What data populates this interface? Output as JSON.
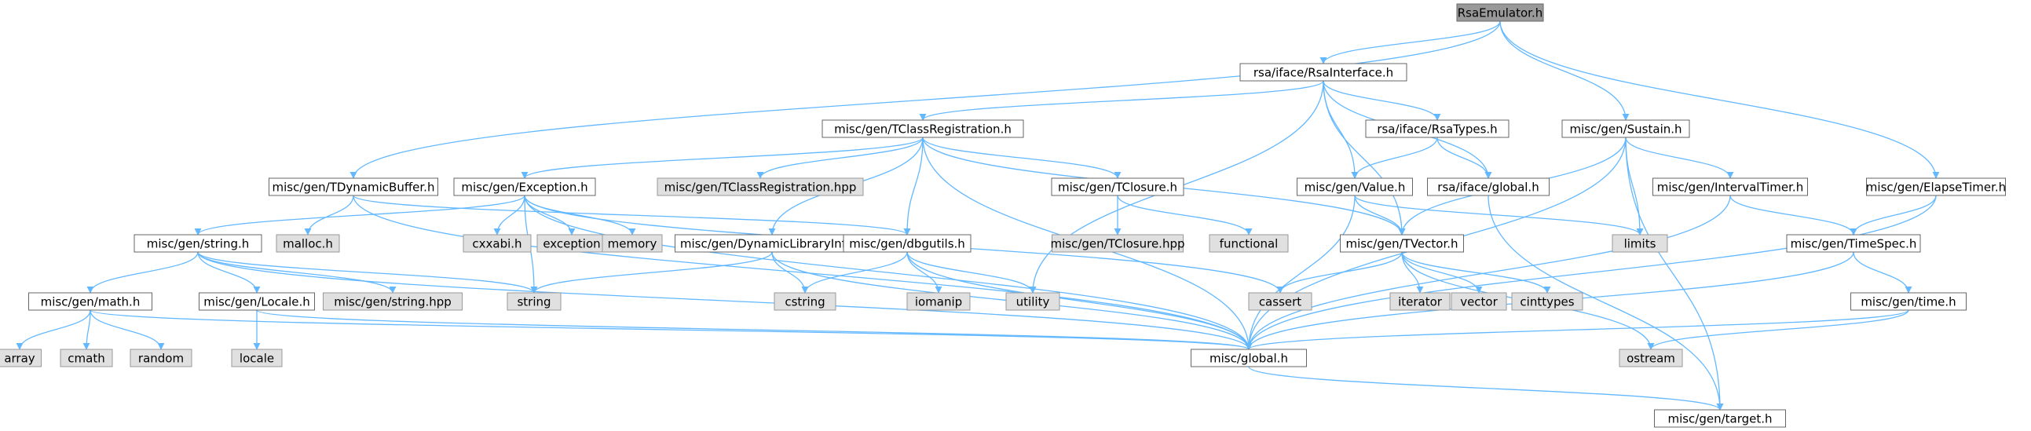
{
  "graph": {
    "title": "",
    "colors": {
      "root_fill": "#999999",
      "node_fill": "#ffffff",
      "external_fill": "#e0e0e0",
      "node_border": "#666666",
      "external_border": "#999999",
      "edge": "#63b8ff"
    },
    "nodes": [
      {
        "id": "n0",
        "label": "RsaEmulator.h",
        "kind": "root"
      },
      {
        "id": "n1",
        "label": "rsa/iface/RsaInterface.h",
        "kind": "file"
      },
      {
        "id": "n2",
        "label": "misc/gen/TClassRegistration.h",
        "kind": "file"
      },
      {
        "id": "n3",
        "label": "rsa/iface/RsaTypes.h",
        "kind": "file"
      },
      {
        "id": "n4",
        "label": "misc/gen/Sustain.h",
        "kind": "file"
      },
      {
        "id": "n5",
        "label": "misc/gen/TDynamicBuffer.h",
        "kind": "file"
      },
      {
        "id": "n6",
        "label": "misc/gen/Exception.h",
        "kind": "file"
      },
      {
        "id": "n7",
        "label": "misc/gen/TClassRegistration.hpp",
        "kind": "external"
      },
      {
        "id": "n8",
        "label": "misc/gen/TClosure.h",
        "kind": "file"
      },
      {
        "id": "n9",
        "label": "misc/gen/Value.h",
        "kind": "file"
      },
      {
        "id": "n10",
        "label": "rsa/iface/global.h",
        "kind": "file"
      },
      {
        "id": "n11",
        "label": "misc/gen/IntervalTimer.h",
        "kind": "file"
      },
      {
        "id": "n12",
        "label": "misc/gen/ElapseTimer.h",
        "kind": "file"
      },
      {
        "id": "n13",
        "label": "malloc.h",
        "kind": "external"
      },
      {
        "id": "n14",
        "label": "misc/gen/string.h",
        "kind": "file"
      },
      {
        "id": "n15",
        "label": "cxxabi.h",
        "kind": "external"
      },
      {
        "id": "n16",
        "label": "exception",
        "kind": "external"
      },
      {
        "id": "n17",
        "label": "memory",
        "kind": "external"
      },
      {
        "id": "n18",
        "label": "misc/gen/DynamicLibraryInfo.h",
        "kind": "file"
      },
      {
        "id": "n19",
        "label": "misc/gen/dbgutils.h",
        "kind": "file"
      },
      {
        "id": "n20",
        "label": "misc/gen/TClosure.hpp",
        "kind": "external"
      },
      {
        "id": "n21",
        "label": "functional",
        "kind": "external"
      },
      {
        "id": "n22",
        "label": "misc/gen/TVector.h",
        "kind": "file"
      },
      {
        "id": "n23",
        "label": "limits",
        "kind": "external"
      },
      {
        "id": "n24",
        "label": "misc/gen/TimeSpec.h",
        "kind": "file"
      },
      {
        "id": "n25",
        "label": "misc/gen/math.h",
        "kind": "file"
      },
      {
        "id": "n26",
        "label": "misc/gen/Locale.h",
        "kind": "file"
      },
      {
        "id": "n27",
        "label": "misc/gen/string.hpp",
        "kind": "external"
      },
      {
        "id": "n28",
        "label": "string",
        "kind": "external"
      },
      {
        "id": "n29",
        "label": "cstring",
        "kind": "external"
      },
      {
        "id": "n30",
        "label": "iomanip",
        "kind": "external"
      },
      {
        "id": "n31",
        "label": "utility",
        "kind": "external"
      },
      {
        "id": "n32",
        "label": "cassert",
        "kind": "external"
      },
      {
        "id": "n33",
        "label": "iterator",
        "kind": "external"
      },
      {
        "id": "n34",
        "label": "vector",
        "kind": "external"
      },
      {
        "id": "n35",
        "label": "cinttypes",
        "kind": "external"
      },
      {
        "id": "n36",
        "label": "misc/gen/time.h",
        "kind": "file"
      },
      {
        "id": "n37",
        "label": "array",
        "kind": "external"
      },
      {
        "id": "n38",
        "label": "cmath",
        "kind": "external"
      },
      {
        "id": "n39",
        "label": "random",
        "kind": "external"
      },
      {
        "id": "n40",
        "label": "locale",
        "kind": "external"
      },
      {
        "id": "n41",
        "label": "misc/global.h",
        "kind": "file"
      },
      {
        "id": "n42",
        "label": "ostream",
        "kind": "external"
      },
      {
        "id": "n43",
        "label": "misc/gen/target.h",
        "kind": "file"
      }
    ],
    "edges": [
      [
        "n0",
        "n1"
      ],
      [
        "n0",
        "n4"
      ],
      [
        "n0",
        "n5"
      ],
      [
        "n0",
        "n12"
      ],
      [
        "n1",
        "n2"
      ],
      [
        "n1",
        "n3"
      ],
      [
        "n1",
        "n9"
      ],
      [
        "n1",
        "n10"
      ],
      [
        "n1",
        "n22"
      ],
      [
        "n1",
        "n31"
      ],
      [
        "n2",
        "n6"
      ],
      [
        "n2",
        "n7"
      ],
      [
        "n2",
        "n8"
      ],
      [
        "n2",
        "n18"
      ],
      [
        "n2",
        "n19"
      ],
      [
        "n2",
        "n22"
      ],
      [
        "n2",
        "n41"
      ],
      [
        "n3",
        "n9"
      ],
      [
        "n3",
        "n10"
      ],
      [
        "n4",
        "n11"
      ],
      [
        "n4",
        "n22"
      ],
      [
        "n4",
        "n23"
      ],
      [
        "n4",
        "n41"
      ],
      [
        "n4",
        "n43"
      ],
      [
        "n5",
        "n13"
      ],
      [
        "n5",
        "n19"
      ],
      [
        "n5",
        "n41"
      ],
      [
        "n6",
        "n14"
      ],
      [
        "n6",
        "n15"
      ],
      [
        "n6",
        "n16"
      ],
      [
        "n6",
        "n17"
      ],
      [
        "n6",
        "n28"
      ],
      [
        "n6",
        "n32"
      ],
      [
        "n6",
        "n41"
      ],
      [
        "n8",
        "n20"
      ],
      [
        "n8",
        "n21"
      ],
      [
        "n9",
        "n22"
      ],
      [
        "n9",
        "n23"
      ],
      [
        "n9",
        "n41"
      ],
      [
        "n10",
        "n43"
      ],
      [
        "n11",
        "n24"
      ],
      [
        "n11",
        "n41"
      ],
      [
        "n12",
        "n24"
      ],
      [
        "n12",
        "n41"
      ],
      [
        "n14",
        "n25"
      ],
      [
        "n14",
        "n26"
      ],
      [
        "n14",
        "n27"
      ],
      [
        "n14",
        "n28"
      ],
      [
        "n14",
        "n41"
      ],
      [
        "n18",
        "n28"
      ],
      [
        "n18",
        "n29"
      ],
      [
        "n18",
        "n41"
      ],
      [
        "n19",
        "n29"
      ],
      [
        "n19",
        "n30"
      ],
      [
        "n19",
        "n31"
      ],
      [
        "n19",
        "n41"
      ],
      [
        "n22",
        "n32"
      ],
      [
        "n22",
        "n33"
      ],
      [
        "n22",
        "n34"
      ],
      [
        "n22",
        "n35"
      ],
      [
        "n22",
        "n42"
      ],
      [
        "n24",
        "n36"
      ],
      [
        "n24",
        "n41"
      ],
      [
        "n25",
        "n37"
      ],
      [
        "n25",
        "n38"
      ],
      [
        "n25",
        "n39"
      ],
      [
        "n25",
        "n41"
      ],
      [
        "n26",
        "n40"
      ],
      [
        "n26",
        "n41"
      ],
      [
        "n36",
        "n41"
      ],
      [
        "n36",
        "n42"
      ],
      [
        "n41",
        "n43"
      ]
    ]
  }
}
